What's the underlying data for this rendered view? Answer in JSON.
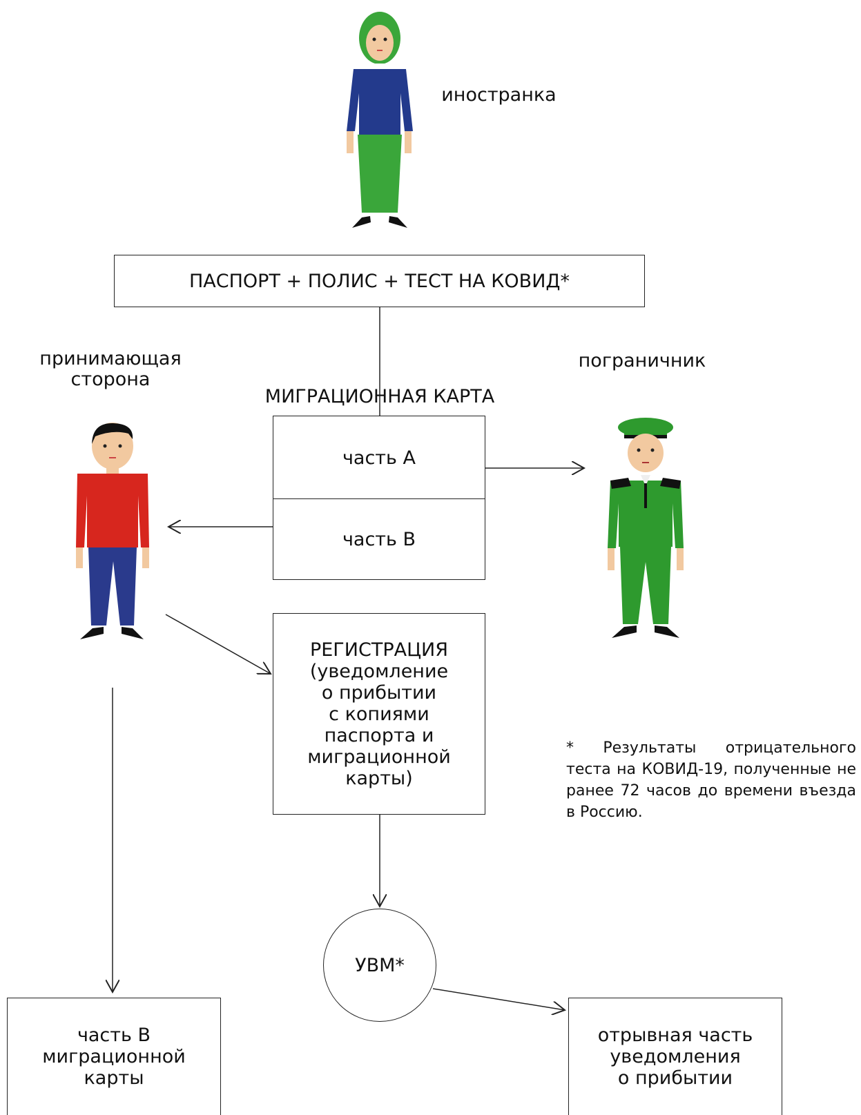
{
  "people": {
    "foreigner": {
      "label": "иностранка"
    },
    "host": {
      "label": "принимающая\nсторона"
    },
    "border_guard": {
      "label": "пограничник"
    }
  },
  "docs_box": {
    "text": "ПАСПОРТ + ПОЛИС + ТЕСТ НА КОВИД*"
  },
  "migration_card": {
    "title": "МИГРАЦИОННАЯ КАРТА",
    "part_a": "часть А",
    "part_b": "часть В"
  },
  "registration_box": {
    "text": "РЕГИСТРАЦИЯ\n(уведомление\nо прибытии\nс копиями\nпаспорта и\nмиграционной\nкарты)"
  },
  "uvm": {
    "text": "УВМ*"
  },
  "part_b_box": {
    "text": "часть В\nмиграционной\nкарты"
  },
  "tear_off_box": {
    "text": "отрывная часть\nуведомления\nо прибытии"
  },
  "footnote": {
    "text": "*   Результаты отрицательного теста на КОВИД-19, полученные не ранее 72 часов до времени въезда в Россию."
  },
  "colors": {
    "foreigner_scarf": "#3aa63a",
    "foreigner_top": "#233a8c",
    "foreigner_skirt": "#3aa63a",
    "host_shirt": "#d7261e",
    "host_pants": "#2a3a8c",
    "guard_uniform": "#2e9a2e",
    "skin": "#f2c9a0",
    "line": "#222222"
  }
}
